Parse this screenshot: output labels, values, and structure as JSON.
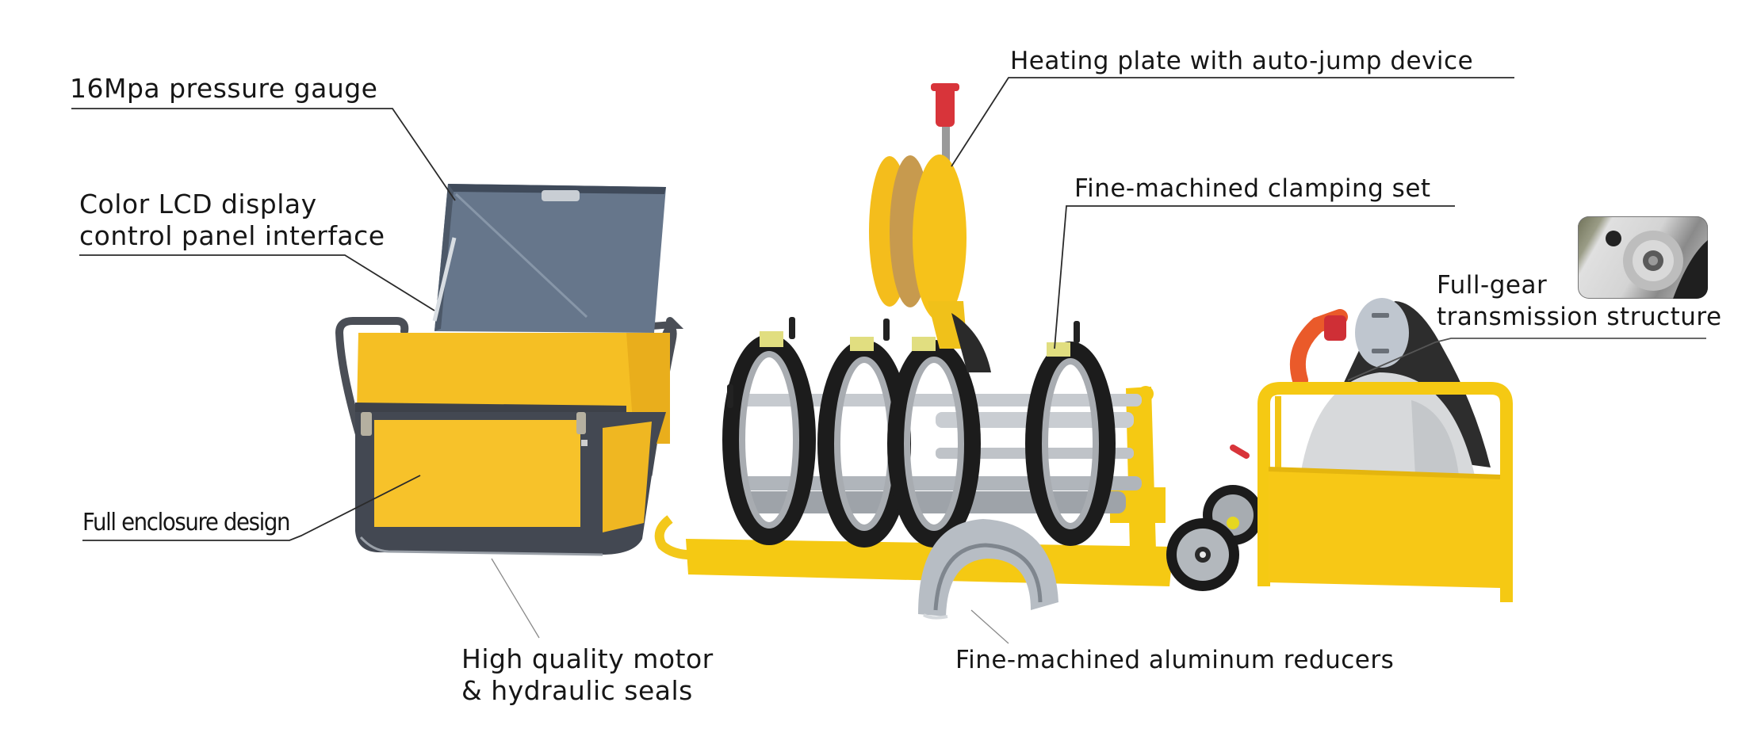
{
  "figure": {
    "title_hidden": "Butt fusion welding machine feature callouts",
    "background": "#ffffff",
    "colors": {
      "machine_yellow": "#f6c21a",
      "frame_yellow": "#f3cc14",
      "lid_slate": "#5f6f84",
      "trim_dark": "#3b3f48",
      "steel": "#b9bec4",
      "handle_red": "#d8343a",
      "line": "#2a2a2a"
    }
  },
  "callouts": [
    {
      "id": "pressure-gauge",
      "text": "16Mpa pressure gauge"
    },
    {
      "id": "lcd-display",
      "line1": "Color LCD display",
      "line2": "control panel interface"
    },
    {
      "id": "enclosure",
      "text": "Full enclosure design"
    },
    {
      "id": "motor-seals",
      "line1": "High quality motor",
      "line2": "& hydraulic seals"
    },
    {
      "id": "heating-plate",
      "text": "Heating plate with auto-jump device"
    },
    {
      "id": "clamping-set",
      "text": "Fine-machined clamping set"
    },
    {
      "id": "gear-transmission",
      "line1": "Full-gear",
      "line2": "transmission structure"
    },
    {
      "id": "aluminum-reducers",
      "text": "Fine-machined aluminum reducers"
    }
  ],
  "components": {
    "toolbox": "hydraulic control unit (yellow box, open slate lid)",
    "heating_plate": "yellow heating plate with red handle",
    "clamp_frame": "four black clamping rings on steel rails",
    "reducer": "aluminum half-ring reducer",
    "trimmer_cart": "yellow cart with facing tool / gear housing",
    "wheels": "two black wheels",
    "inset": "gear transmission close-up thumbnail"
  }
}
